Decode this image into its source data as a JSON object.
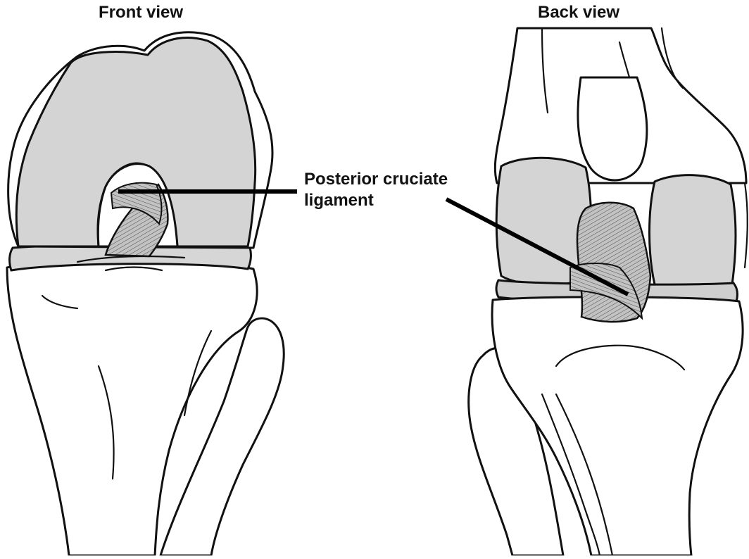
{
  "views": {
    "front": {
      "title": "Front view"
    },
    "back": {
      "title": "Back view"
    }
  },
  "callout": {
    "line1": "Posterior cruciate",
    "line2": "ligament"
  },
  "colors": {
    "outline": "#111111",
    "cartilage": "#d4d4d4",
    "shadow": "#a8a8a8",
    "ligament": "#bdbdbd",
    "background": "#ffffff"
  }
}
